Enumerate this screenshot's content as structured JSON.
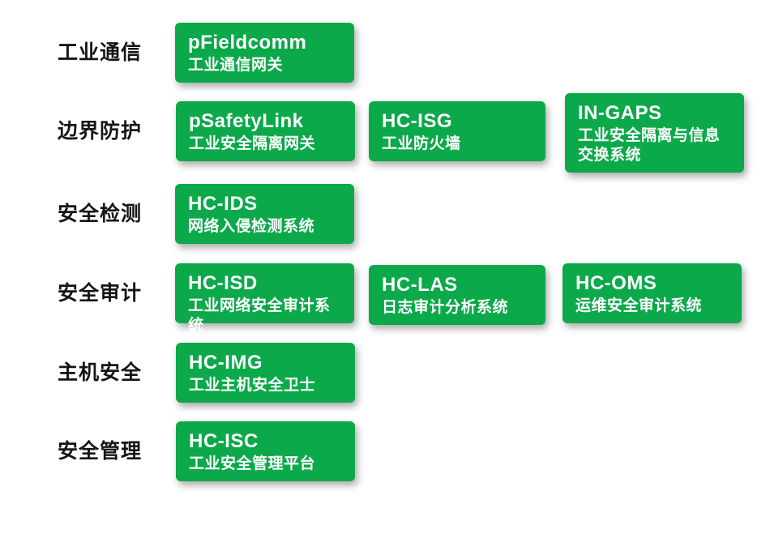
{
  "colors": {
    "card_green": "#0ba94a",
    "label_text": "#151515",
    "card_text": "#ffffff",
    "background": "#ffffff"
  },
  "rows": [
    {
      "category": "工业通信",
      "products": [
        {
          "name": "pFieldcomm",
          "desc": "工业通信网关"
        }
      ]
    },
    {
      "category": "边界防护",
      "products": [
        {
          "name": "pSafetyLink",
          "desc": "工业安全隔离网关"
        },
        {
          "name": "HC-ISG",
          "desc": "工业防火墙"
        },
        {
          "name": "IN-GAPS",
          "desc": "工业安全隔离与信息交换系统"
        }
      ]
    },
    {
      "category": "安全检测",
      "products": [
        {
          "name": "HC-IDS",
          "desc": "网络入侵检测系统"
        }
      ]
    },
    {
      "category": "安全审计",
      "products": [
        {
          "name": "HC-ISD",
          "desc": "工业网络安全审计系统"
        },
        {
          "name": "HC-LAS",
          "desc": "日志审计分析系统"
        },
        {
          "name": "HC-OMS",
          "desc": "运维安全审计系统"
        }
      ]
    },
    {
      "category": "主机安全",
      "products": [
        {
          "name": "HC-IMG",
          "desc": "工业主机安全卫士"
        }
      ]
    },
    {
      "category": "安全管理",
      "products": [
        {
          "name": "HC-ISC",
          "desc": "工业安全管理平台"
        }
      ]
    }
  ]
}
